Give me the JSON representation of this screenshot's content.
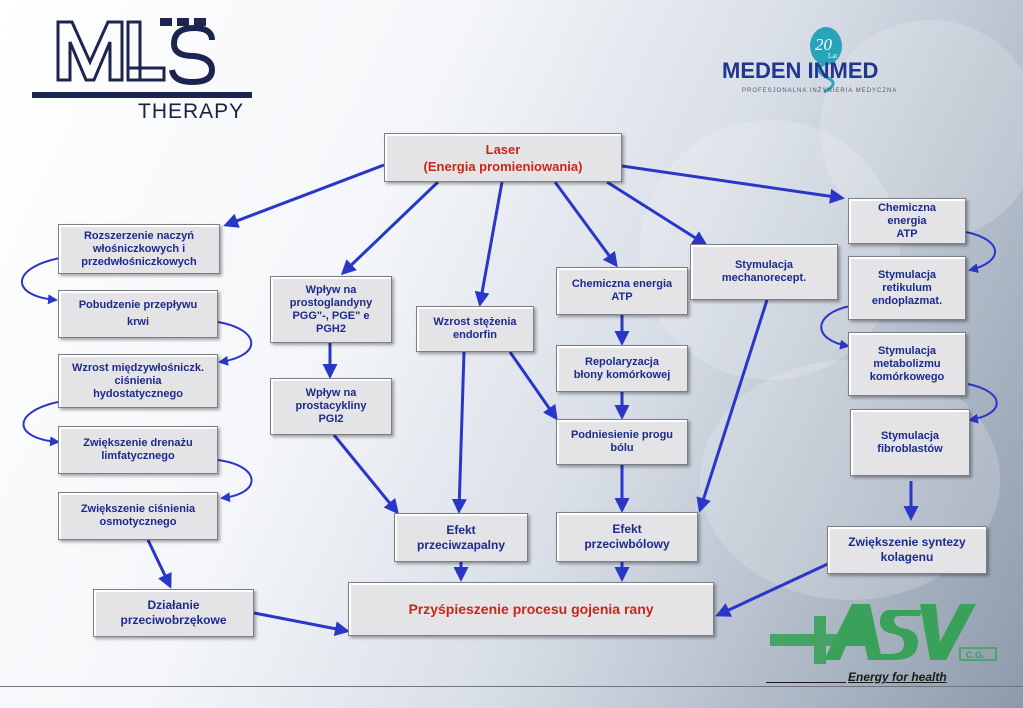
{
  "logos": {
    "mls_therapy": "THERAPY",
    "meden_inmed": "MEDEN INMED",
    "meden_sub": "PROFESJONALNA INŻYNIERIA MEDYCZNA",
    "anniversary": "20",
    "anniversary_sub": "Lat",
    "asv_tagline": "Energy for health",
    "asv_sub": "C.G."
  },
  "colors": {
    "arrow": "#2a36c8",
    "box_text": "#1c2a8c",
    "accent_red": "#c9261a",
    "asv_green": "#3aa15a"
  },
  "nodes": {
    "laser_title": "Laser",
    "laser_sub": "(Energia promieniowania)",
    "rozszerzenie": "Rozszerzenie naczyń\nwłośniczkowych i\nprzedwłośniczkowych",
    "pobudzenie": "Pobudzenie przepływu\nkrwi",
    "wzrost_cisnienia": "Wzrost międzywłośniczk.\nciśnienia\nhydostatycznego",
    "drenaz": "Zwiększenie drenażu\nlimfatycznego",
    "osmotyczne": "Zwiększenie ciśnienia\nosmotycznego",
    "przeciwobrzekowe": "Działanie\nprzeciwobrzękowe",
    "prostoglandyny": "Wpływ na\nprostoglandyny\nPGG\"-, PGE\" e\nPGH2",
    "prostacykliny": "Wpływ na\nprostacykliny\nPGI2",
    "endorfin": "Wzrost stężenia\nendorfin",
    "przeciwzapalny": "Efekt\nprzeciwzapalny",
    "chem_atp_mid": "Chemiczna energia\nATP",
    "repolaryzacja": "Repolaryzacja\nbłony komórkowej",
    "podniesienie": "Podniesienie progu\nbólu",
    "przeciwbolowy": "Efekt\nprzeciwbólowy",
    "mechanorecept": "Stymulacja\nmechanorecept.",
    "chem_atp_right": "Chemiczna\nenergia\nATP",
    "retikulum": "Stymulacja\nretikulum\nendoplazmat.",
    "metabolizmu": "Stymulacja\nmetabolizmu\nkomórkowego",
    "fibroblastow": "Stymulacja\nfibroblastów",
    "kolagenu": "Zwiększenie syntezy\nkolagenu",
    "gojenie": "Przyśpieszenie procesu gojenia rany"
  }
}
